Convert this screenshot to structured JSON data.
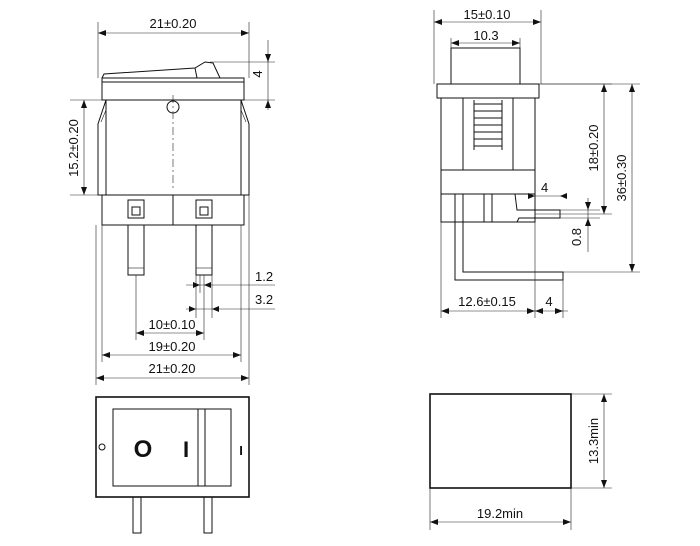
{
  "dimensions": {
    "top_width": "21±0.20",
    "actuator_height": "4",
    "body_height": "15.2±0.20",
    "pin_width": "1.2",
    "pin_spacing_small": "3.2",
    "pin_center_distance": "10±0.10",
    "pin_outer_distance": "19±0.20",
    "bottom_width": "21±0.20",
    "side_top_width": "15±0.10",
    "side_actuator_width": "10.3",
    "side_body_height": "18±0.20",
    "side_total_height": "36±0.30",
    "terminal_offset": "4",
    "terminal_thickness": "0.8",
    "side_base_width": "12.6±0.15",
    "side_base_extra": "4",
    "cutout_height": "13.3min",
    "cutout_width": "19.2min"
  },
  "switch_face": {
    "off_symbol": "O",
    "on_symbol": "I",
    "side_mark": "I"
  }
}
